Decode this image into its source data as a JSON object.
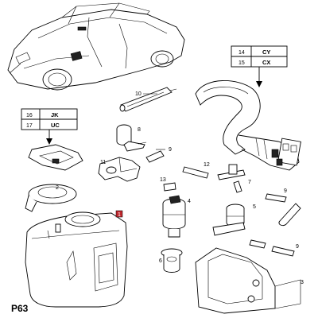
{
  "page_ref": "P63",
  "callouts": {
    "n1": "1",
    "n2": "2",
    "n3": "3",
    "n4": "4",
    "n5": "5",
    "n6": "6",
    "n7": "7",
    "n8": "8",
    "n9a": "9",
    "n9b": "9",
    "n9c": "9",
    "n10": "10",
    "n11": "11",
    "n12": "12",
    "n13": "13"
  },
  "code_table_top": [
    {
      "pos": "14",
      "code": "CY"
    },
    {
      "pos": "15",
      "code": "CX"
    }
  ],
  "code_table_left": [
    {
      "pos": "16",
      "code": "JK"
    },
    {
      "pos": "17",
      "code": "UC"
    }
  ],
  "colors": {
    "ink": "#000000",
    "badge": "#c0272d",
    "paper": "#ffffff"
  }
}
